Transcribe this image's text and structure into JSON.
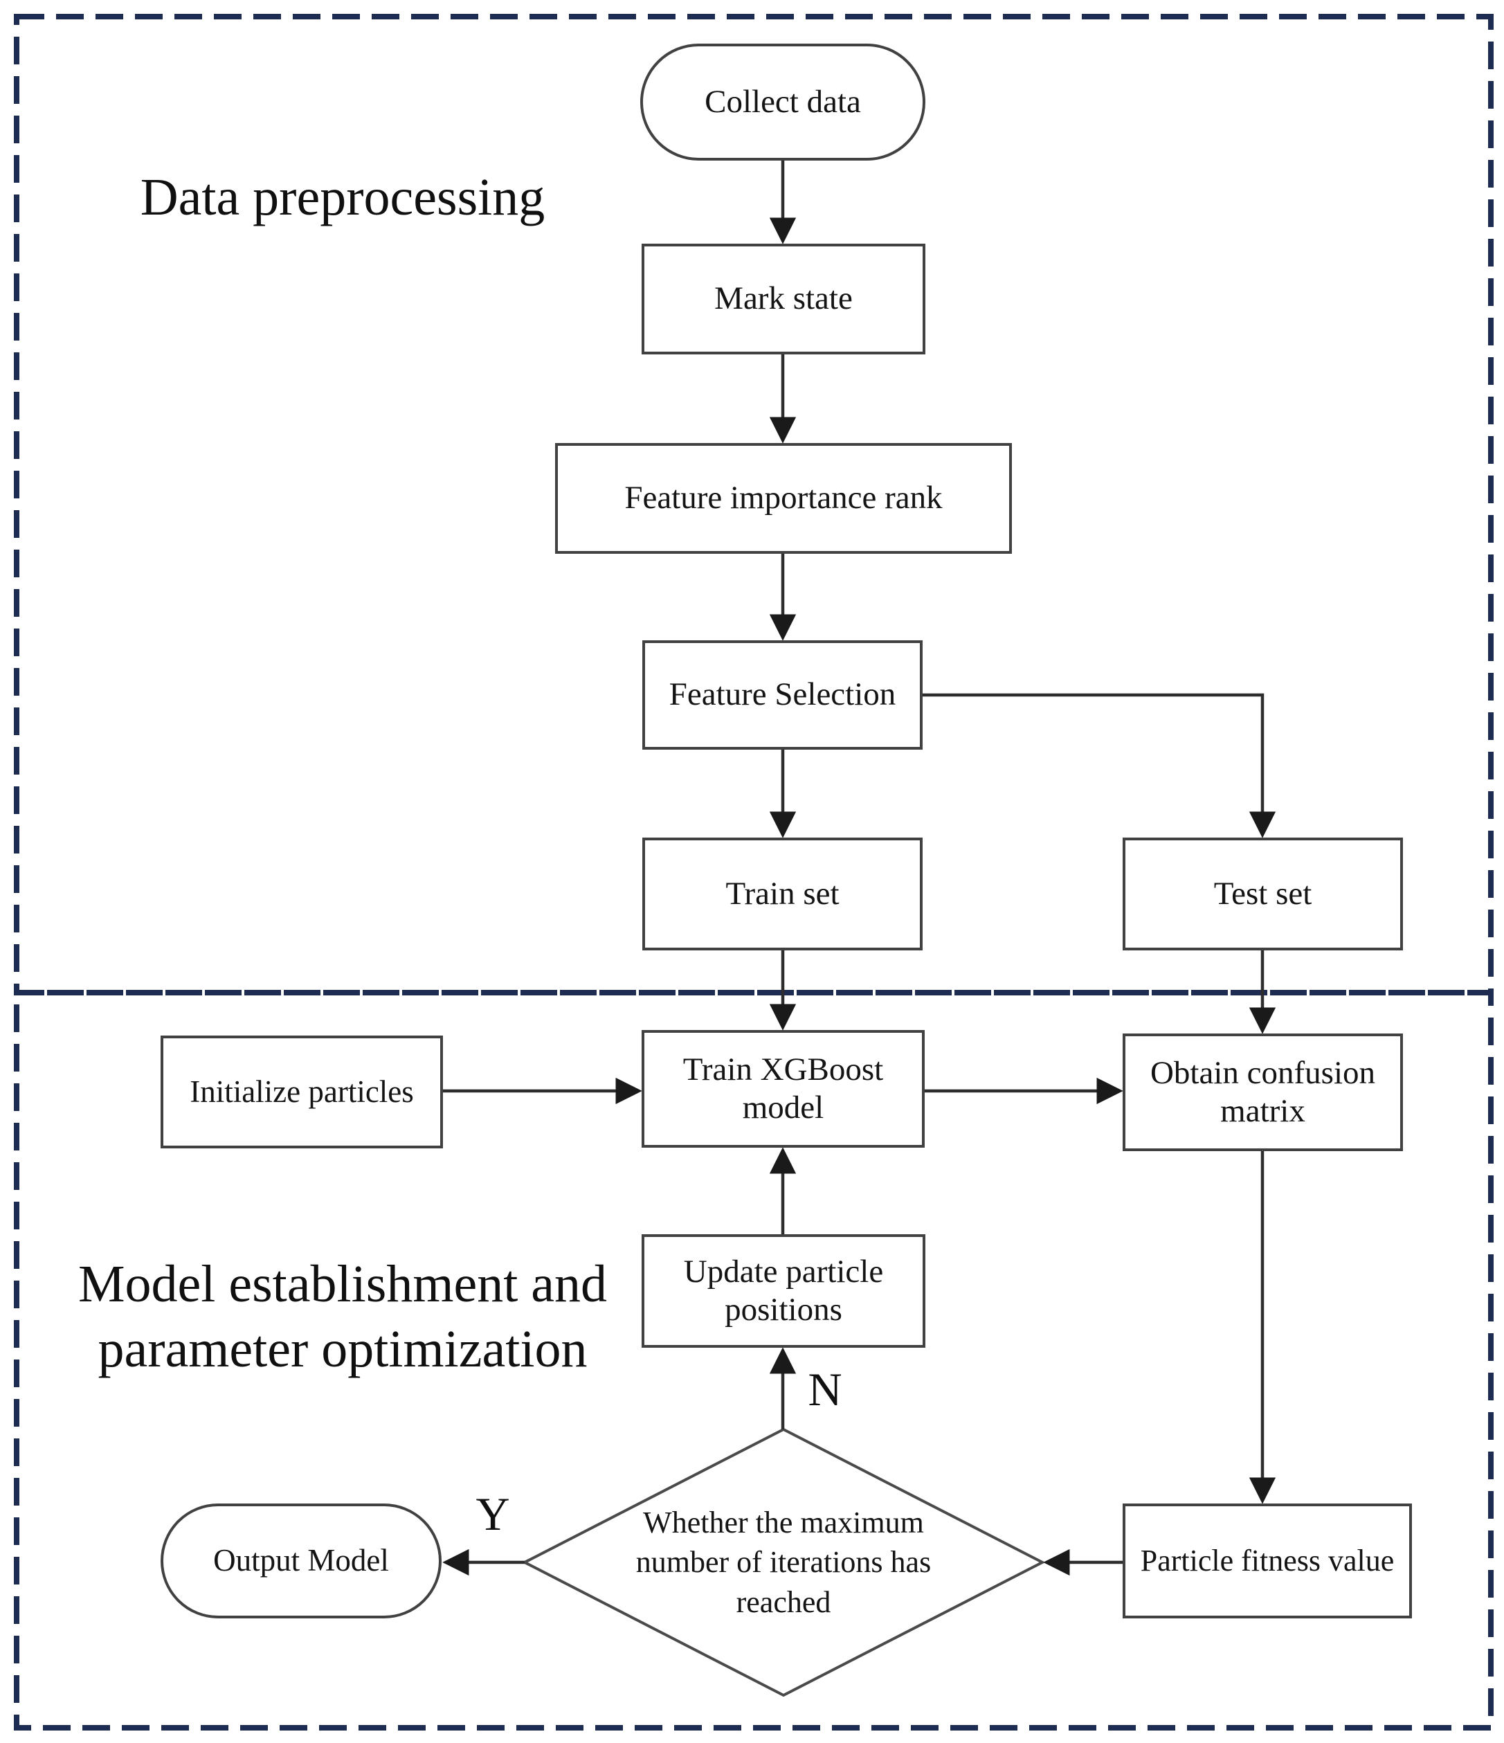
{
  "figure": {
    "type": "flowchart",
    "sections": [
      {
        "id": "data_preprocessing",
        "label": "Data preprocessing"
      },
      {
        "id": "model_establishment",
        "label": "Model establishment and parameter optimization"
      }
    ],
    "nodes": {
      "collect_data": {
        "label": "Collect data",
        "shape": "terminator"
      },
      "mark_state": {
        "label": "Mark state",
        "shape": "process"
      },
      "feature_importance_rank": {
        "label": "Feature importance rank",
        "shape": "process"
      },
      "feature_selection": {
        "label": "Feature Selection",
        "shape": "process"
      },
      "train_set": {
        "label": "Train set",
        "shape": "process"
      },
      "test_set": {
        "label": "Test set",
        "shape": "process"
      },
      "initialize_particles": {
        "label": "Initialize particles",
        "shape": "process"
      },
      "train_xgboost_model": {
        "label": "Train XGBoost model",
        "shape": "process"
      },
      "obtain_confusion_matrix": {
        "label": "Obtain confusion matrix",
        "shape": "process"
      },
      "update_particle_positions": {
        "label": "Update particle positions",
        "shape": "process"
      },
      "max_iterations_decision": {
        "label": "Whether the maximum number of iterations has reached",
        "shape": "decision"
      },
      "output_model": {
        "label": "Output Model",
        "shape": "terminator"
      },
      "particle_fitness_value": {
        "label": "Particle fitness value",
        "shape": "process"
      }
    },
    "edge_labels": {
      "decision_no": "N",
      "decision_yes": "Y"
    },
    "edges": [
      {
        "from": "collect_data",
        "to": "mark_state"
      },
      {
        "from": "mark_state",
        "to": "feature_importance_rank"
      },
      {
        "from": "feature_importance_rank",
        "to": "feature_selection"
      },
      {
        "from": "feature_selection",
        "to": "train_set"
      },
      {
        "from": "feature_selection",
        "to": "test_set"
      },
      {
        "from": "train_set",
        "to": "train_xgboost_model"
      },
      {
        "from": "test_set",
        "to": "obtain_confusion_matrix"
      },
      {
        "from": "initialize_particles",
        "to": "train_xgboost_model"
      },
      {
        "from": "train_xgboost_model",
        "to": "obtain_confusion_matrix"
      },
      {
        "from": "obtain_confusion_matrix",
        "to": "particle_fitness_value"
      },
      {
        "from": "particle_fitness_value",
        "to": "max_iterations_decision"
      },
      {
        "from": "max_iterations_decision",
        "to": "update_particle_positions",
        "label": "N"
      },
      {
        "from": "update_particle_positions",
        "to": "train_xgboost_model"
      },
      {
        "from": "max_iterations_decision",
        "to": "output_model",
        "label": "Y"
      }
    ],
    "colors": {
      "section_border": "#1e2c52",
      "node_border": "#414141",
      "connector": "#2d2d2d",
      "arrowhead": "#1a1a1a",
      "text": "#141414",
      "background": "#ffffff"
    }
  }
}
